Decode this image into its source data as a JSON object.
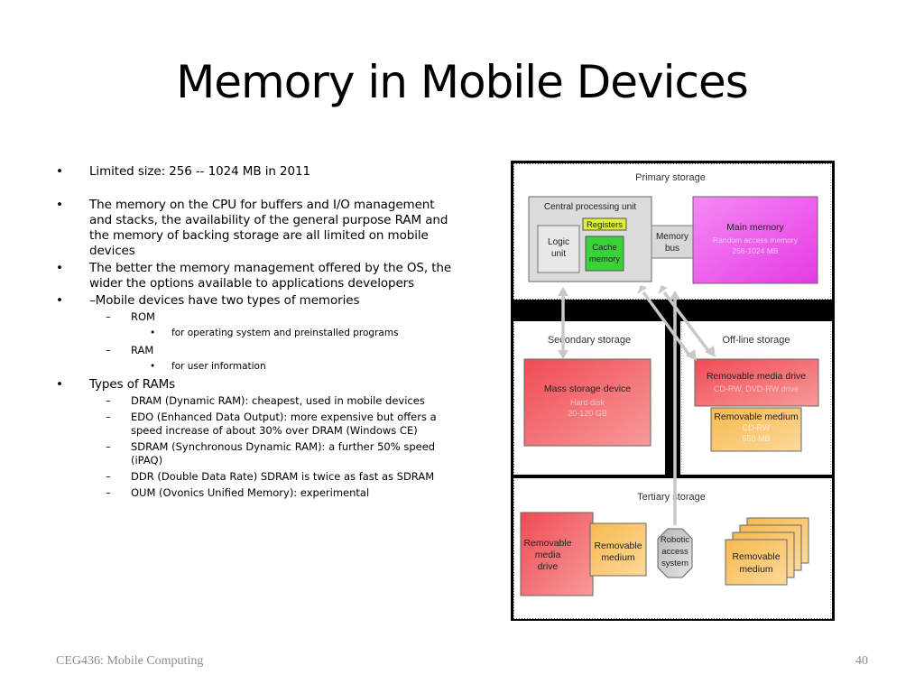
{
  "slide": {
    "title": "Memory in Mobile Devices",
    "footer_left": "CEG436: Mobile Computing",
    "page_number": "40"
  },
  "bullets": [
    {
      "level": 1,
      "text": "Limited size: 256 -- 1024 MB in 2011"
    },
    {
      "level": 1,
      "text": "The memory on the CPU for buffers and I/O management and stacks, the availability of the general purpose RAM and the memory of backing storage are all limited on mobile devices"
    },
    {
      "level": 1,
      "text": "The better the memory management offered by the OS, the wider the options available to applications developers"
    },
    {
      "level": 1,
      "text": "–Mobile devices have two types of memories"
    },
    {
      "level": 2,
      "text": "ROM"
    },
    {
      "level": 3,
      "text": "for operating system and preinstalled programs"
    },
    {
      "level": 2,
      "text": "RAM"
    },
    {
      "level": 3,
      "text": "for user information"
    },
    {
      "level": 1,
      "text": "Types of RAMs"
    },
    {
      "level": 2,
      "text": "DRAM (Dynamic RAM): cheapest, used in mobile devices"
    },
    {
      "level": 2,
      "text": "EDO (Enhanced Data Output): more expensive but offers a speed increase of about 30% over DRAM (Windows CE)"
    },
    {
      "level": 2,
      "text": "SDRAM (Synchronous Dynamic RAM): a further 50% speed (iPAQ)"
    },
    {
      "level": 2,
      "text": "DDR (Double Data Rate) SDRAM is twice as fast as SDRAM"
    },
    {
      "level": 2,
      "text": "OUM (Ovonics Unified Memory): experimental"
    }
  ],
  "diagram": {
    "primary": {
      "label": "Primary storage",
      "cpu_label": "Central processing unit",
      "registers": "Registers",
      "logic_1": "Logic",
      "logic_2": "unit",
      "cache_1": "Cache",
      "cache_2": "memory",
      "bus_1": "Memory",
      "bus_2": "bus",
      "main_memory": "Main memory",
      "main_memory_sub1": "Random access memory",
      "main_memory_sub2": "256-1024 MB"
    },
    "secondary": {
      "label": "Secondary storage",
      "device": "Mass storage device",
      "sub1": "Hard disk",
      "sub2": "20-120 GB"
    },
    "offline": {
      "label": "Off-line storage",
      "drive": "Removable media drive",
      "drive_sub": "CD-RW, DVD-RW drive",
      "medium": "Removable medium",
      "medium_sub1": "CD-RW",
      "medium_sub2": "650 MB"
    },
    "tertiary": {
      "label": "Tertiary storage",
      "drive_1": "Removable",
      "drive_2": "media",
      "drive_3": "drive",
      "medium_1": "Removable",
      "medium_2": "medium",
      "robot_1": "Robotic",
      "robot_2": "access",
      "robot_3": "system",
      "stack_1": "Removable",
      "stack_2": "medium"
    },
    "colors": {
      "pink": "#f76ef7",
      "red": "#f26d72",
      "orange": "#f9c46d",
      "green": "#37d337",
      "yellow": "#dff03a"
    }
  }
}
